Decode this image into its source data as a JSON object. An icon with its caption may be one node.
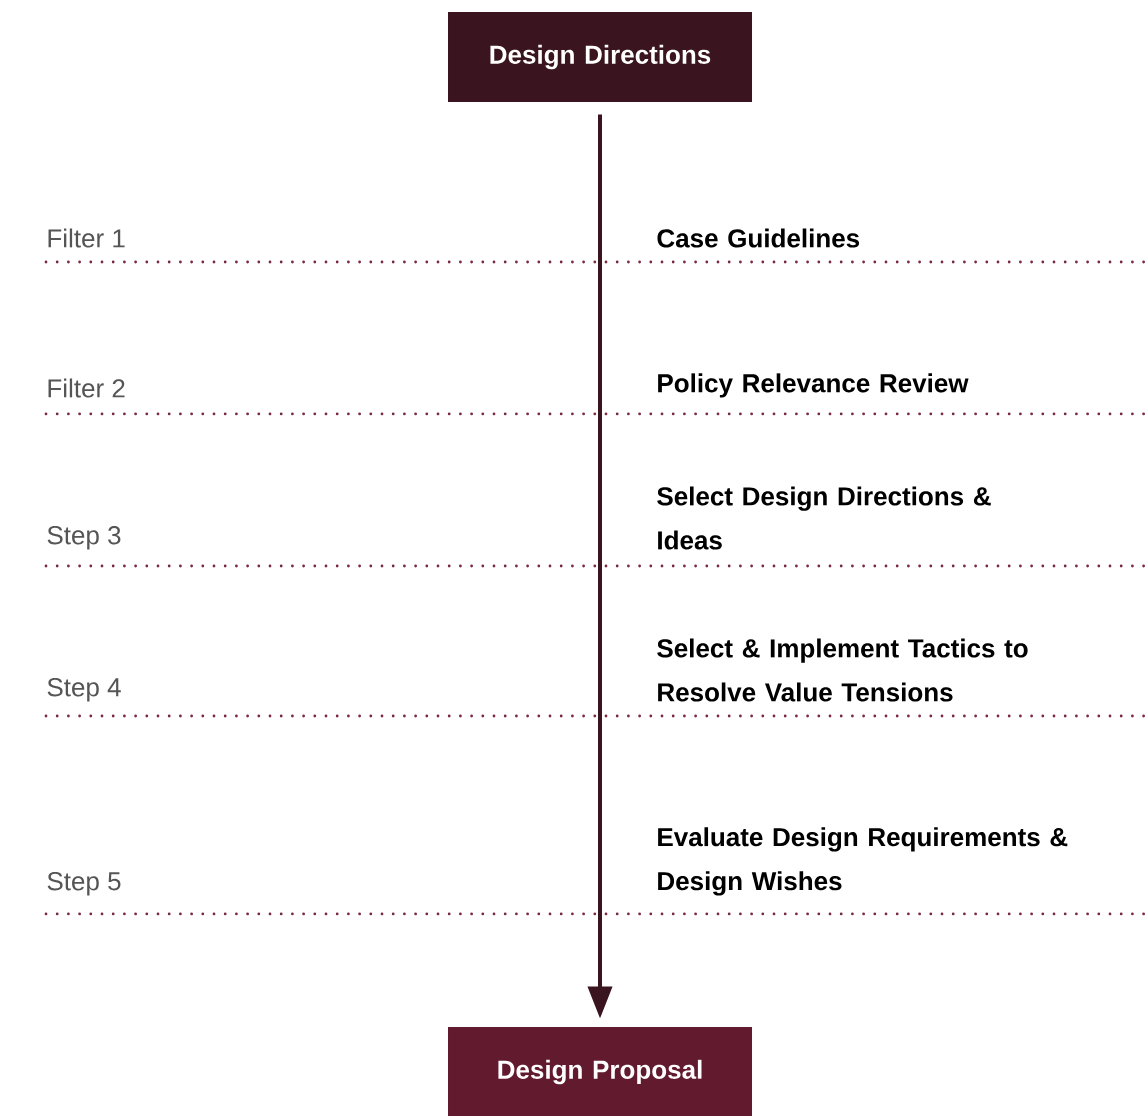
{
  "diagram": {
    "nodes": [
      {
        "text": [
          "Design Directions"
        ]
      },
      {
        "text": [
          "Design Proposal"
        ]
      }
    ],
    "edges": [
      {
        "from": 0,
        "to": 1,
        "arrow": "to"
      }
    ],
    "labels": [
      "Filter 1",
      "Case Guidelines",
      "Filter 2",
      "Policy Relevance Review",
      "Step 3",
      "Select Design Directions & Ideas",
      "Step 4",
      "Select & Implement Tactics to Resolve Value Tensions",
      "Step 5",
      "Evaluate Design Requirements & Design Wishes"
    ]
  }
}
